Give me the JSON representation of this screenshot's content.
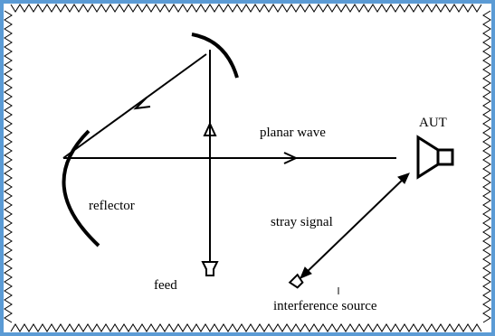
{
  "labels": {
    "reflector": "reflector",
    "planar_wave": "planar wave",
    "aut": "AUT",
    "stray_signal": "stray signal",
    "feed": "feed",
    "interference_source": "interference source"
  },
  "colors": {
    "frame_border": "#5b9bd5",
    "absorber": "#000000",
    "lines": "#000000",
    "background": "#ffffff"
  },
  "icons": {
    "absorber_wall": "zigzag-absorber",
    "feed_horn": "feed-horn-icon",
    "aut_antenna": "horn-antenna-icon",
    "interference_antenna": "small-horn-icon"
  }
}
